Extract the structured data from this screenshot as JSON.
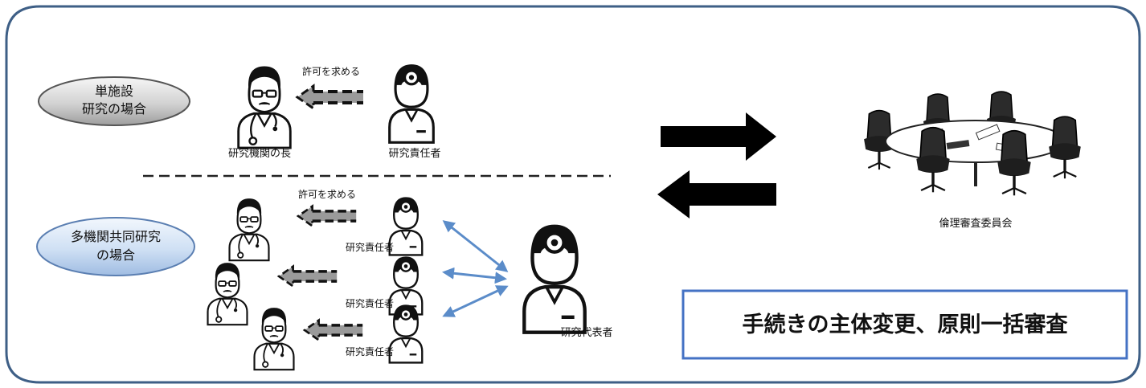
{
  "single_site": {
    "label_line1": "単施設",
    "label_line2": "研究の場合",
    "request_label": "許可を求める",
    "head_label": "研究機関の長",
    "pi_label": "研究責任者"
  },
  "multi_site": {
    "label_line1": "多機関共同研究",
    "label_line2": "の場合",
    "request_label": "許可を求める",
    "pi_label_1": "研究責任者",
    "pi_label_2": "研究責任者",
    "pi_label_3": "研究責任者",
    "representative_label": "研究代表者"
  },
  "committee": {
    "label": "倫理審査委員会"
  },
  "summary": {
    "text": "手続きの主体変更、原則一括審査"
  },
  "colors": {
    "frame": "#3e5f86",
    "blue_arrow": "#5b8cc9",
    "summary_border": "#4472c4",
    "oval_blue": "#cfe0f4",
    "oval_gray": "#d4d4d4"
  },
  "icons": {
    "doctor": "doctor-icon",
    "researcher": "researcher-icon",
    "meeting": "meeting-table-icon"
  }
}
